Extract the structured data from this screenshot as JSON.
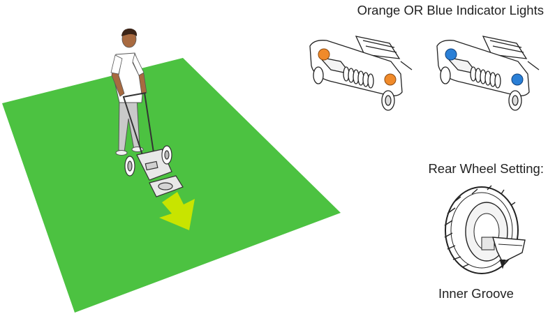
{
  "labels": {
    "indicator_lights": "Orange OR Blue Indicator Lights",
    "rear_wheel_setting": "Rear Wheel Setting:",
    "inner_groove": "Inner Groove"
  },
  "colors": {
    "field": "#4cc241",
    "arrow": "#c8e400",
    "indicator_orange": "#f08a2a",
    "indicator_blue": "#2a7fd6",
    "line": "#222222"
  },
  "icons": {
    "direction": "down-right-arrow-icon",
    "orange_light": "orange-indicator-light-icon",
    "blue_light": "blue-indicator-light-icon",
    "wheel": "rear-wheel-icon"
  }
}
